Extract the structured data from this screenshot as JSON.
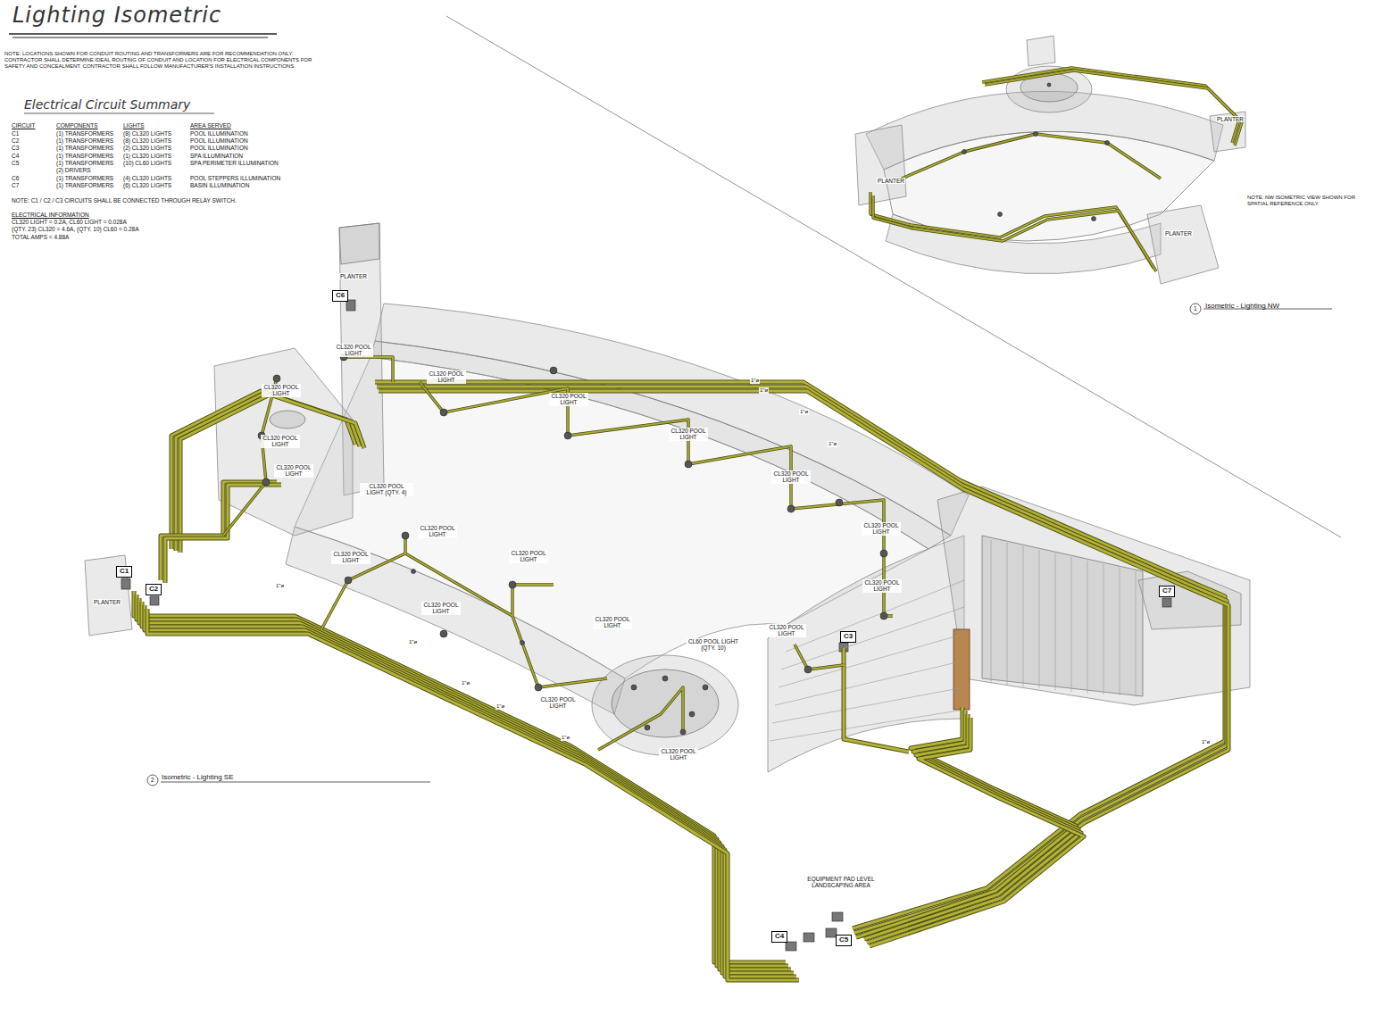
{
  "diagram": {
    "title": "Lighting Isometric",
    "nodes": [
      {
        "text": [
          "C6"
        ]
      },
      {
        "text": [
          "C1"
        ]
      },
      {
        "text": [
          "C2"
        ]
      },
      {
        "text": [
          "C3"
        ]
      },
      {
        "text": [
          "C7"
        ]
      },
      {
        "text": [
          "C4"
        ]
      },
      {
        "text": [
          "C5"
        ]
      }
    ],
    "labels": [
      "NOTE: LOCATIONS SHOWN FOR CONDUIT ROUTING AND TRANSFORMERS ARE FOR RECOMMENDATION ONLY. CONTRACTOR SHALL DETERMINE IDEAL ROUTING OF CONDUIT AND LOCATION FOR ELECTRICAL COMPONENTS FOR SAFETY AND CONCEALMENT. CONTRACTOR SHALL FOLLOW MANUFACTURER'S INSTALLATION INSTRUCTIONS.",
      "Electrical Circuit Summary",
      "CIRCUIT",
      "COMPONENTS",
      "LIGHTS",
      "AREA SERVED",
      "C1",
      "(1) TRANSFORMERS",
      "(8) CL320 LIGHTS",
      "POOL ILLUMINATION",
      "C2",
      "(1) TRANSFORMERS",
      "(8) CL320 LIGHTS",
      "POOL ILLUMINATION",
      "C3",
      "(1) TRANSFORMERS",
      "(2) CL320 LIGHTS",
      "POOL ILLUMINATION",
      "C4",
      "(1) TRANSFORMERS",
      "(1) CL320 LIGHTS",
      "SPA ILLUMINATION",
      "C5",
      "(1) TRANSFORMERS",
      "(10) CL60 LIGHTS",
      "SPA PERIMETER ILLUMINATION",
      "(2) DRIVERS",
      "C6",
      "(1) TRANSFORMERS",
      "(4) CL320 LIGHTS",
      "POOL STEPPERS ILLUMINATION",
      "C7",
      "(1) TRANSFORMERS",
      "(6) CL320 LIGHTS",
      "BASIN ILLUMINATION",
      "NOTE: C1 / C2 / C3 CIRCUITS SHALL BE CONNECTED THROUGH RELAY SWITCH.",
      "ELECTRICAL INFORMATION",
      "CL320 LIGHT = 0.2A, CL60 LIGHT = 0.028A",
      "(QTY. 23) CL320 = 4.6A, (QTY. 10) CL60 = 0.28A",
      "TOTAL AMPS = 4.88A",
      "PLANTER",
      "CL320 POOL LIGHT",
      "CL320 POOL LIGHT",
      "CL320 POOL LIGHT",
      "CL320 POOL LIGHT",
      "CL320 POOL LIGHT",
      "CL320 POOL LIGHT",
      "CL320 POOL LIGHT",
      "CL320 POOL LIGHT",
      "CL320 POOL LIGHT",
      "CL320 POOL LIGHT",
      "CL320 POOL LIGHT (QTY. 4)",
      "CL320 POOL LIGHT",
      "CL320 POOL LIGHT",
      "CL320 POOL LIGHT",
      "CL320 POOL LIGHT",
      "CL320 POOL LIGHT",
      "CL60 POOL LIGHT (QTY. 10)",
      "CL320 POOL LIGHT",
      "CL320 POOL LIGHT",
      "CL320 POOL LIGHT",
      "PLANTER",
      "EQUIPMENT PAD LEVEL LANDSCAPING AREA",
      "2",
      "Isometric - Lighting SE",
      "PLANTER",
      "PLANTER",
      "PLANTER",
      "NOTE: NW ISOMETRIC VIEW SHOWN FOR SPATIAL REFERENCE ONLY.",
      "1",
      "Isometric - Lighting NW",
      "1\"ø",
      "1\"ø",
      "1\"ø",
      "1\"ø",
      "1\"ø",
      "1\"ø",
      "1\"ø",
      "1\"ø",
      "1\"ø",
      "1\"ø"
    ]
  }
}
